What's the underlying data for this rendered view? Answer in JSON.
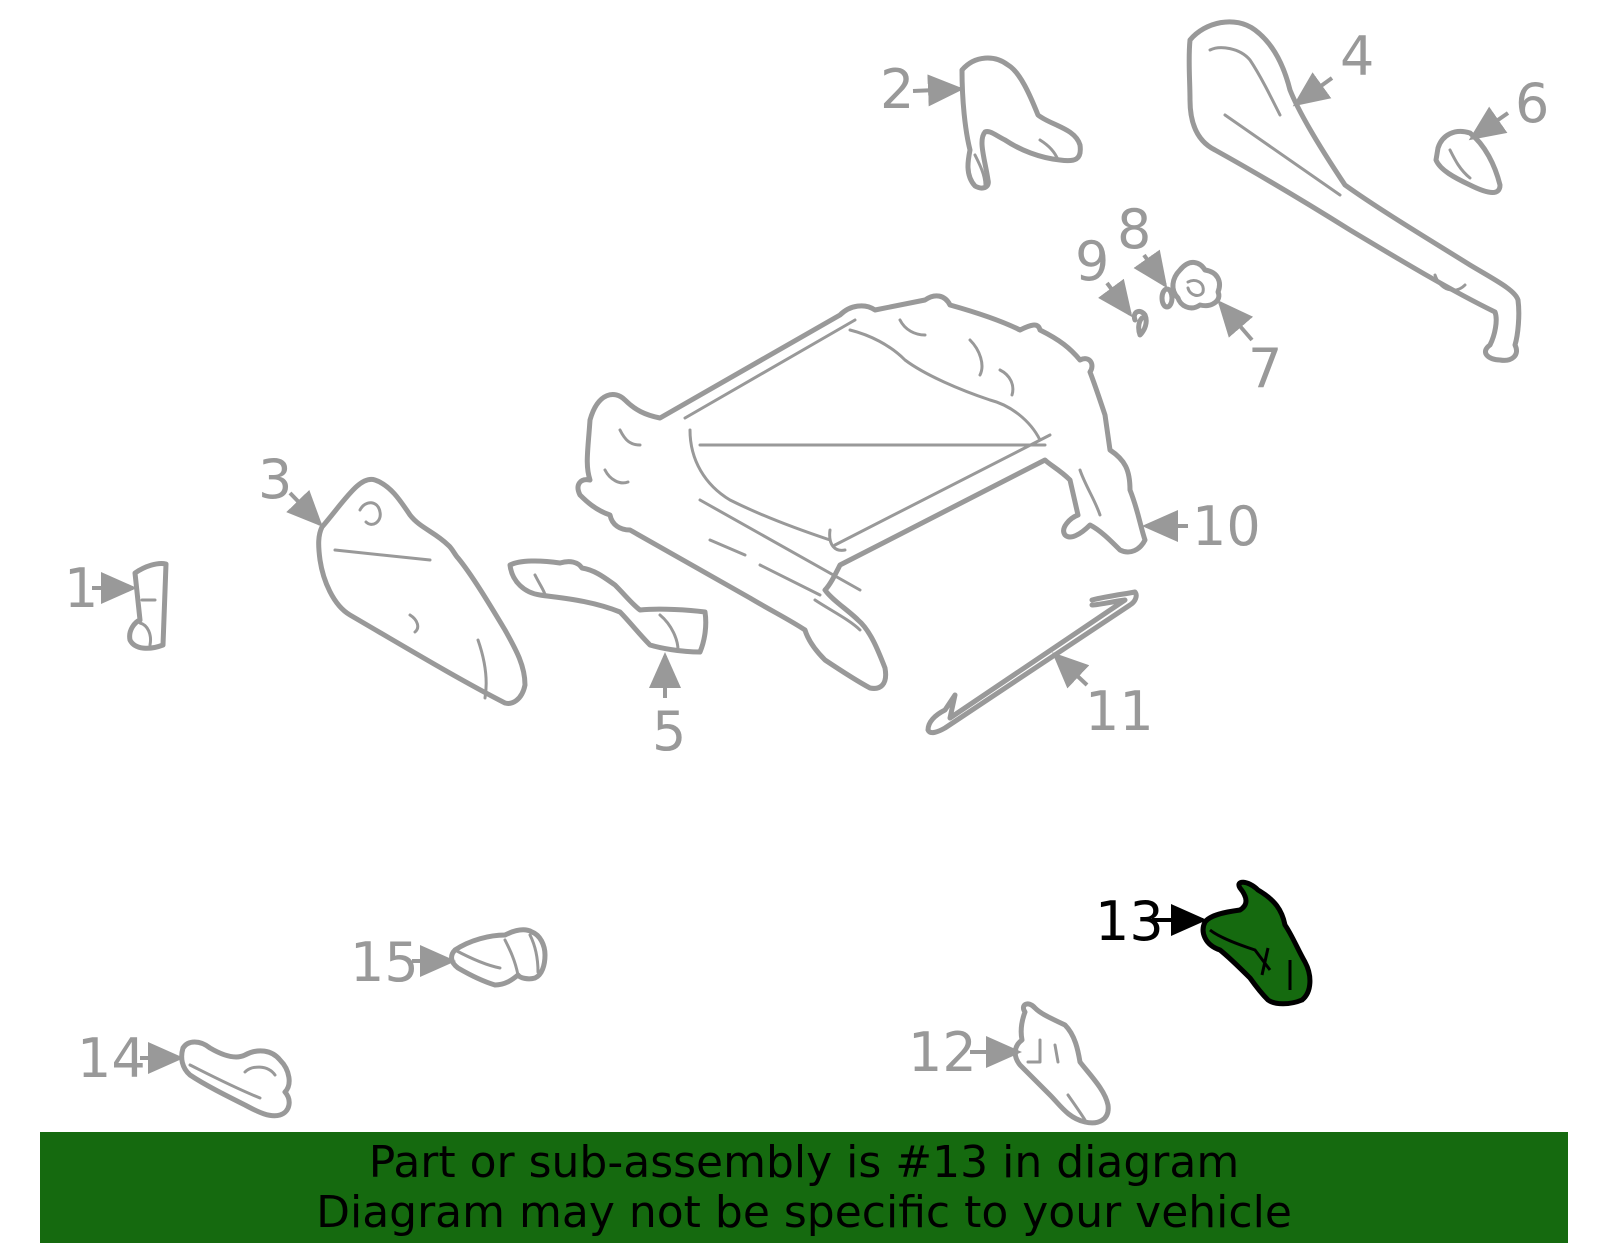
{
  "callouts": {
    "c1": "1",
    "c2": "2",
    "c3": "3",
    "c4": "4",
    "c5": "5",
    "c6": "6",
    "c7": "7",
    "c8": "8",
    "c9": "9",
    "c10": "10",
    "c11": "11",
    "c12": "12",
    "c13": "13",
    "c14": "14",
    "c15": "15"
  },
  "highlighted_part": "13",
  "colors": {
    "highlight": "#156a0f",
    "parts": "#999999",
    "banner": "#156a0f",
    "text": "#000000"
  },
  "banner": {
    "line1": "Part or sub-assembly is #13 in diagram",
    "line2": "Diagram may not be specific to your vehicle"
  }
}
